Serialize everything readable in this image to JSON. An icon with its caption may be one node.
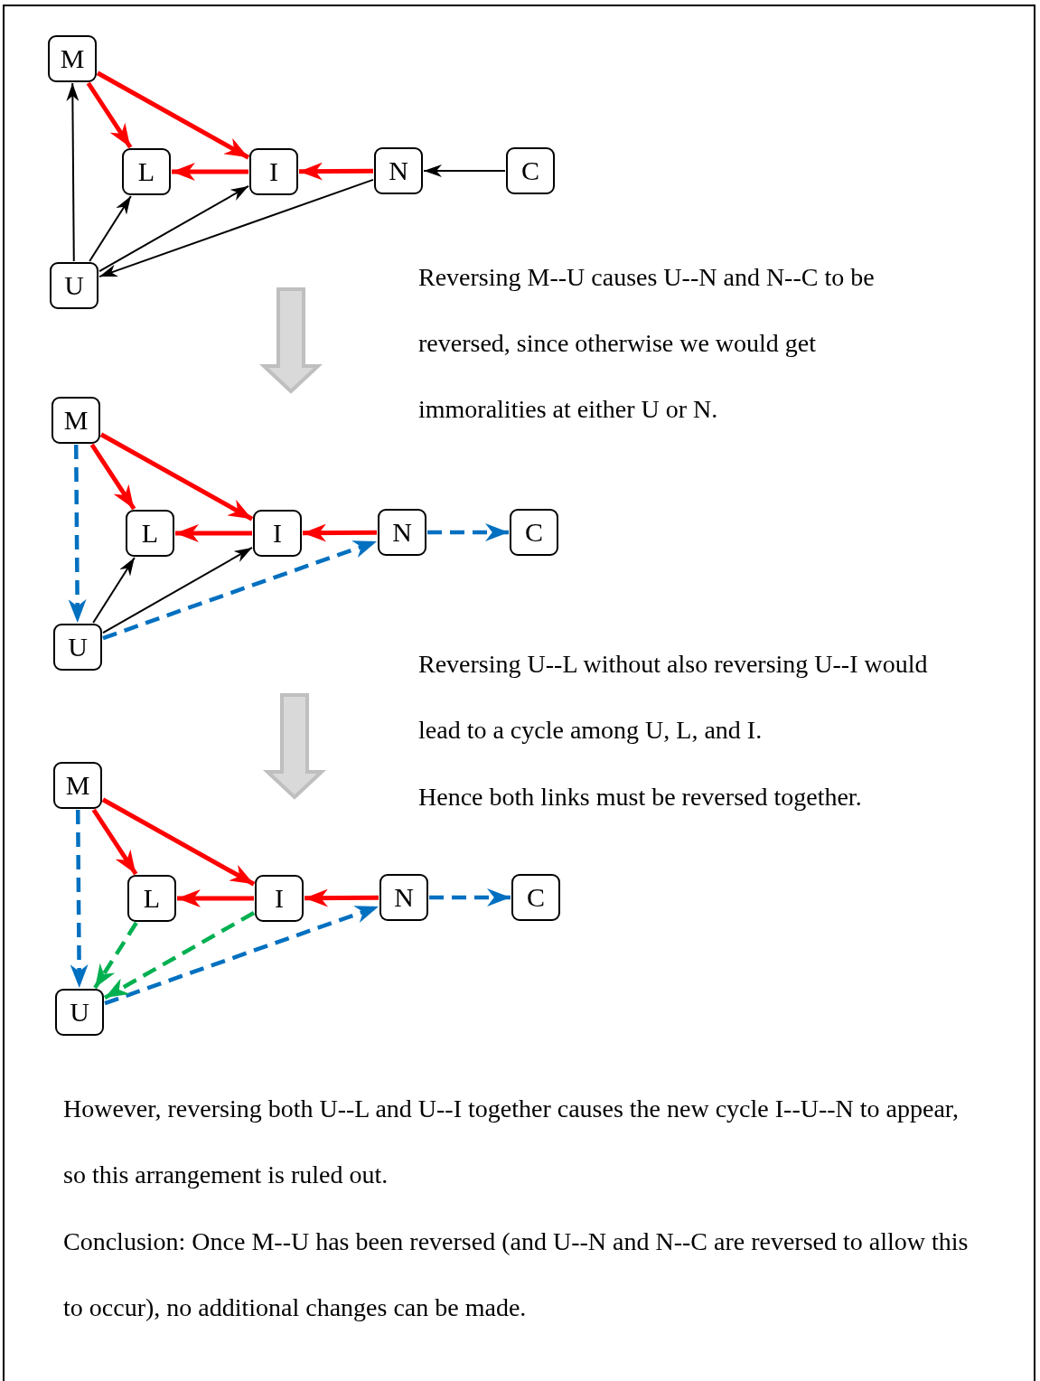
{
  "diagram": {
    "nodes": [
      {
        "text": [
          "M"
        ]
      },
      {
        "text": [
          "L"
        ]
      },
      {
        "text": [
          "I"
        ]
      },
      {
        "text": [
          "N"
        ]
      },
      {
        "text": [
          "C"
        ]
      },
      {
        "text": [
          "U"
        ]
      },
      {
        "text": [
          "M"
        ]
      },
      {
        "text": [
          "L"
        ]
      },
      {
        "text": [
          "I"
        ]
      },
      {
        "text": [
          "N"
        ]
      },
      {
        "text": [
          "C"
        ]
      },
      {
        "text": [
          "U"
        ]
      },
      {
        "text": [
          "M"
        ]
      },
      {
        "text": [
          "L"
        ]
      },
      {
        "text": [
          "I"
        ]
      },
      {
        "text": [
          "N"
        ]
      },
      {
        "text": [
          "C"
        ]
      },
      {
        "text": [
          "U"
        ]
      }
    ],
    "edges": [
      {
        "from": 0,
        "to": 1,
        "arrow": "to",
        "color": "#ff0000"
      },
      {
        "from": 0,
        "to": 2,
        "arrow": "to",
        "color": "#ff0000"
      },
      {
        "from": 2,
        "to": 1,
        "arrow": "to",
        "color": "#ff0000"
      },
      {
        "from": 3,
        "to": 2,
        "arrow": "to",
        "color": "#ff0000"
      },
      {
        "from": 4,
        "to": 3,
        "arrow": "to",
        "color": "#000000"
      },
      {
        "from": 5,
        "to": 0,
        "arrow": "to",
        "color": "#000000"
      },
      {
        "from": 5,
        "to": 1,
        "arrow": "to",
        "color": "#000000"
      },
      {
        "from": 5,
        "to": 2,
        "arrow": "to",
        "color": "#000000"
      },
      {
        "from": 3,
        "to": 5,
        "arrow": "to",
        "color": "#000000"
      },
      {
        "from": 6,
        "to": 7,
        "arrow": "to",
        "color": "#ff0000"
      },
      {
        "from": 6,
        "to": 8,
        "arrow": "to",
        "color": "#ff0000"
      },
      {
        "from": 8,
        "to": 7,
        "arrow": "to",
        "color": "#ff0000"
      },
      {
        "from": 9,
        "to": 8,
        "arrow": "to",
        "color": "#ff0000"
      },
      {
        "from": 6,
        "to": 11,
        "arrow": "to",
        "style": "dashed",
        "color": "#0070c0"
      },
      {
        "from": 9,
        "to": 10,
        "arrow": "to",
        "style": "dashed",
        "color": "#0070c0"
      },
      {
        "from": 11,
        "to": 7,
        "arrow": "to",
        "color": "#000000"
      },
      {
        "from": 11,
        "to": 8,
        "arrow": "to",
        "color": "#000000"
      },
      {
        "from": 11,
        "to": 9,
        "arrow": "to",
        "style": "dashed",
        "color": "#0070c0"
      },
      {
        "from": 12,
        "to": 13,
        "arrow": "to",
        "color": "#ff0000"
      },
      {
        "from": 12,
        "to": 14,
        "arrow": "to",
        "color": "#ff0000"
      },
      {
        "from": 14,
        "to": 13,
        "arrow": "to",
        "color": "#ff0000"
      },
      {
        "from": 15,
        "to": 14,
        "arrow": "to",
        "color": "#ff0000"
      },
      {
        "from": 12,
        "to": 17,
        "arrow": "to",
        "style": "dashed",
        "color": "#0070c0"
      },
      {
        "from": 15,
        "to": 16,
        "arrow": "to",
        "style": "dashed",
        "color": "#0070c0"
      },
      {
        "from": 17,
        "to": 15,
        "arrow": "to",
        "style": "dashed",
        "color": "#0070c0"
      },
      {
        "from": 13,
        "to": 17,
        "arrow": "to",
        "style": "dashed",
        "color": "#00b050"
      },
      {
        "from": 14,
        "to": 17,
        "arrow": "to",
        "style": "dashed",
        "color": "#00b050"
      }
    ],
    "labels": [
      "Reversing M--U causes U--N and N--C to be reversed, since otherwise we would get immoralities at either U or N.",
      "Reversing U--L without also reversing U--I would lead to a cycle among U, L, and I.",
      "Hence both links must be reversed together.",
      "However, reversing both U--L and U--I together causes the new cycle I--U--N to appear, so this arrangement is ruled out.",
      "Conclusion: Once M--U has been reversed (and U--N and N--C are reversed to allow this to occur), no additional changes can be made."
    ]
  }
}
